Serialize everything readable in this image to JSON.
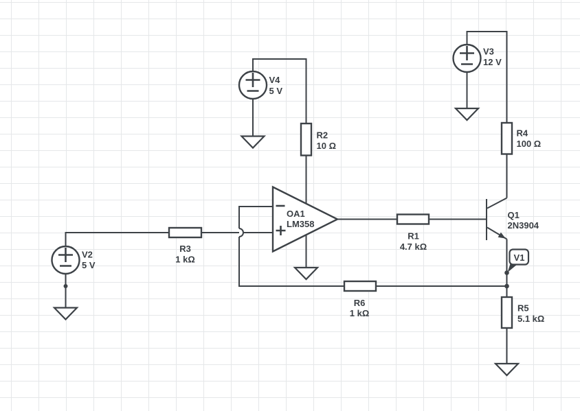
{
  "canvas": {
    "background": "#ffffff",
    "grid_color": "#e5e7e9",
    "wire_color": "#3d4247",
    "text_color": "#393e43"
  },
  "components": {
    "V2": {
      "designator": "V2",
      "value": "5 V",
      "type": "voltage-source"
    },
    "V3": {
      "designator": "V3",
      "value": "12 V",
      "type": "voltage-source"
    },
    "V4": {
      "designator": "V4",
      "value": "5 V",
      "type": "voltage-source"
    },
    "R1": {
      "designator": "R1",
      "value": "4.7 kΩ",
      "type": "resistor"
    },
    "R2": {
      "designator": "R2",
      "value": "10 Ω",
      "type": "resistor"
    },
    "R3": {
      "designator": "R3",
      "value": "1 kΩ",
      "type": "resistor"
    },
    "R4": {
      "designator": "R4",
      "value": "100 Ω",
      "type": "resistor"
    },
    "R5": {
      "designator": "R5",
      "value": "5.1 kΩ",
      "type": "resistor"
    },
    "R6": {
      "designator": "R6",
      "value": "1 kΩ",
      "type": "resistor"
    },
    "OA1": {
      "designator": "OA1",
      "value": "LM358",
      "type": "op-amp"
    },
    "Q1": {
      "designator": "Q1",
      "value": "2N3904",
      "type": "npn-transistor"
    },
    "V1": {
      "designator": "V1",
      "type": "net-label"
    }
  }
}
